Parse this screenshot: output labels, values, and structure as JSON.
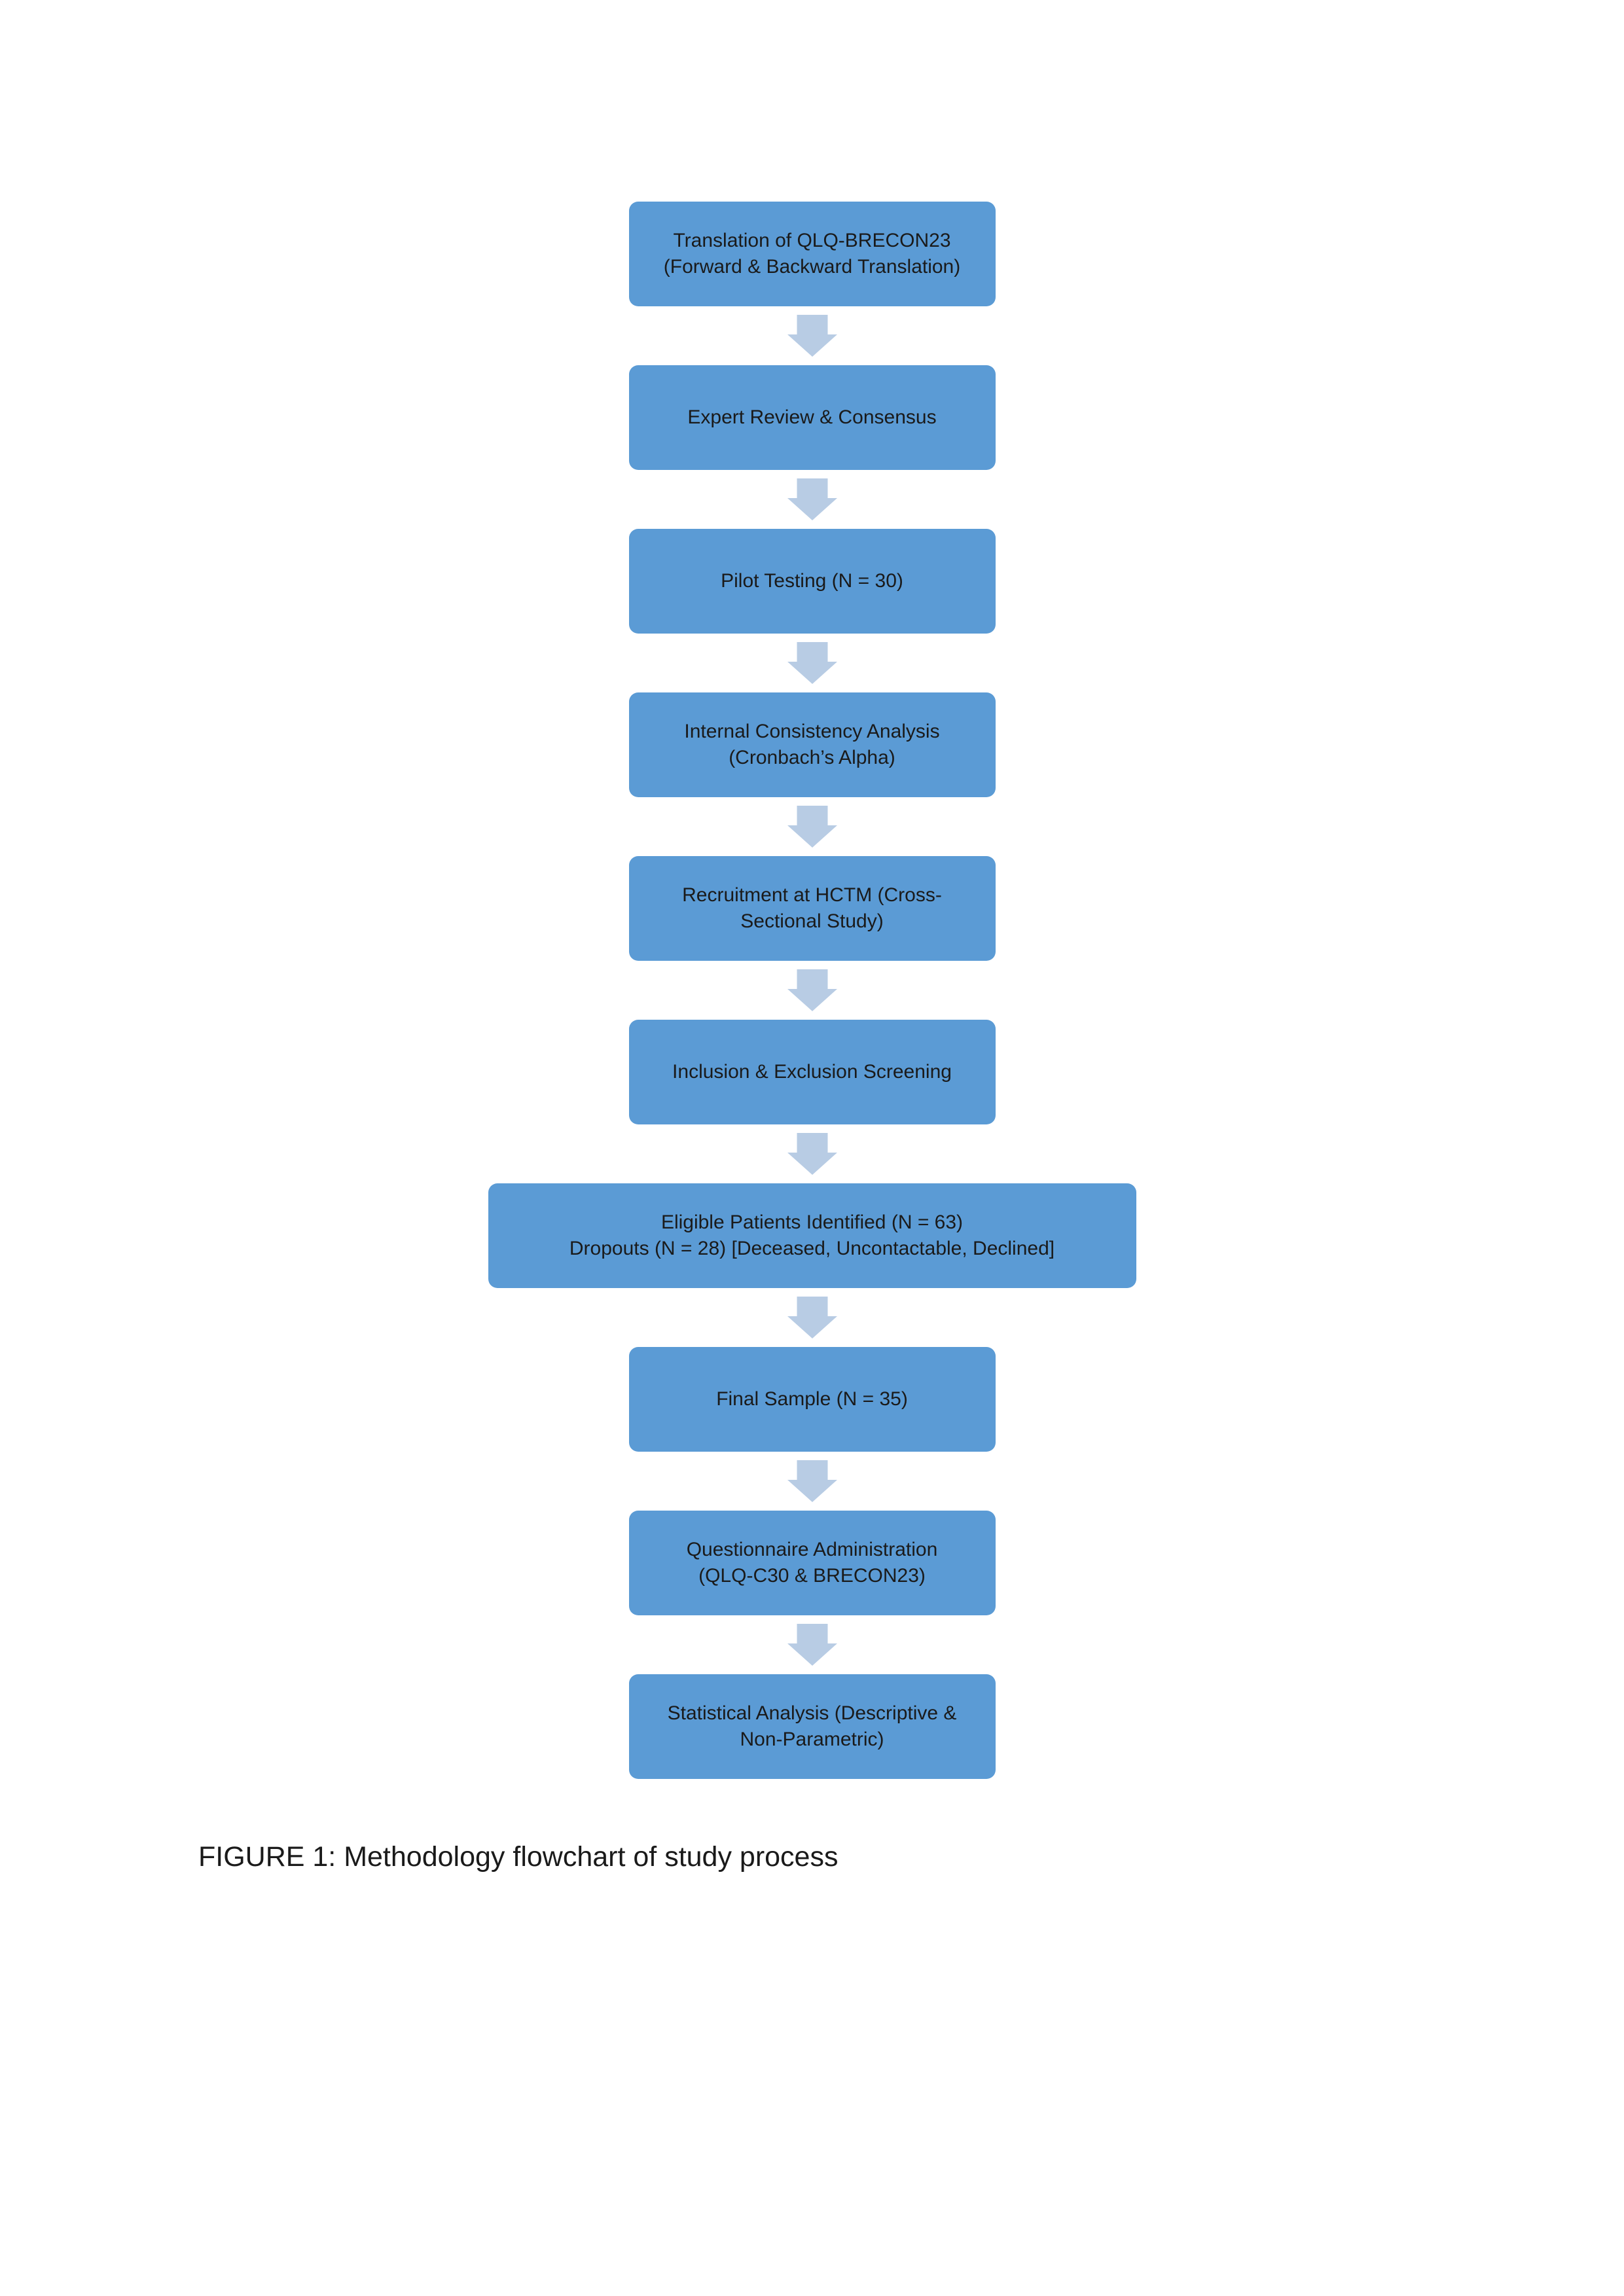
{
  "figure": {
    "caption": "FIGURE 1: Methodology flowchart of study process"
  },
  "colors": {
    "box_fill": "#5B9BD5",
    "arrow_fill": "#B8CCE4",
    "text": "#1A1A1A"
  },
  "steps": [
    {
      "label": "Translation of QLQ-BRECON23\n(Forward & Backward Translation)"
    },
    {
      "label": "Expert Review & Consensus"
    },
    {
      "label": "Pilot Testing (N = 30)"
    },
    {
      "label": "Internal Consistency Analysis\n(Cronbach’s Alpha)"
    },
    {
      "label": "Recruitment at HCTM (Cross-\nSectional Study)"
    },
    {
      "label": "Inclusion & Exclusion Screening"
    },
    {
      "label": "Eligible Patients Identified (N = 63)\nDropouts (N = 28) [Deceased, Uncontactable, Declined]"
    },
    {
      "label": "Final Sample (N = 35)"
    },
    {
      "label": "Questionnaire Administration\n(QLQ-C30 & BRECON23)"
    },
    {
      "label": "Statistical Analysis (Descriptive &\nNon-Parametric)"
    }
  ]
}
